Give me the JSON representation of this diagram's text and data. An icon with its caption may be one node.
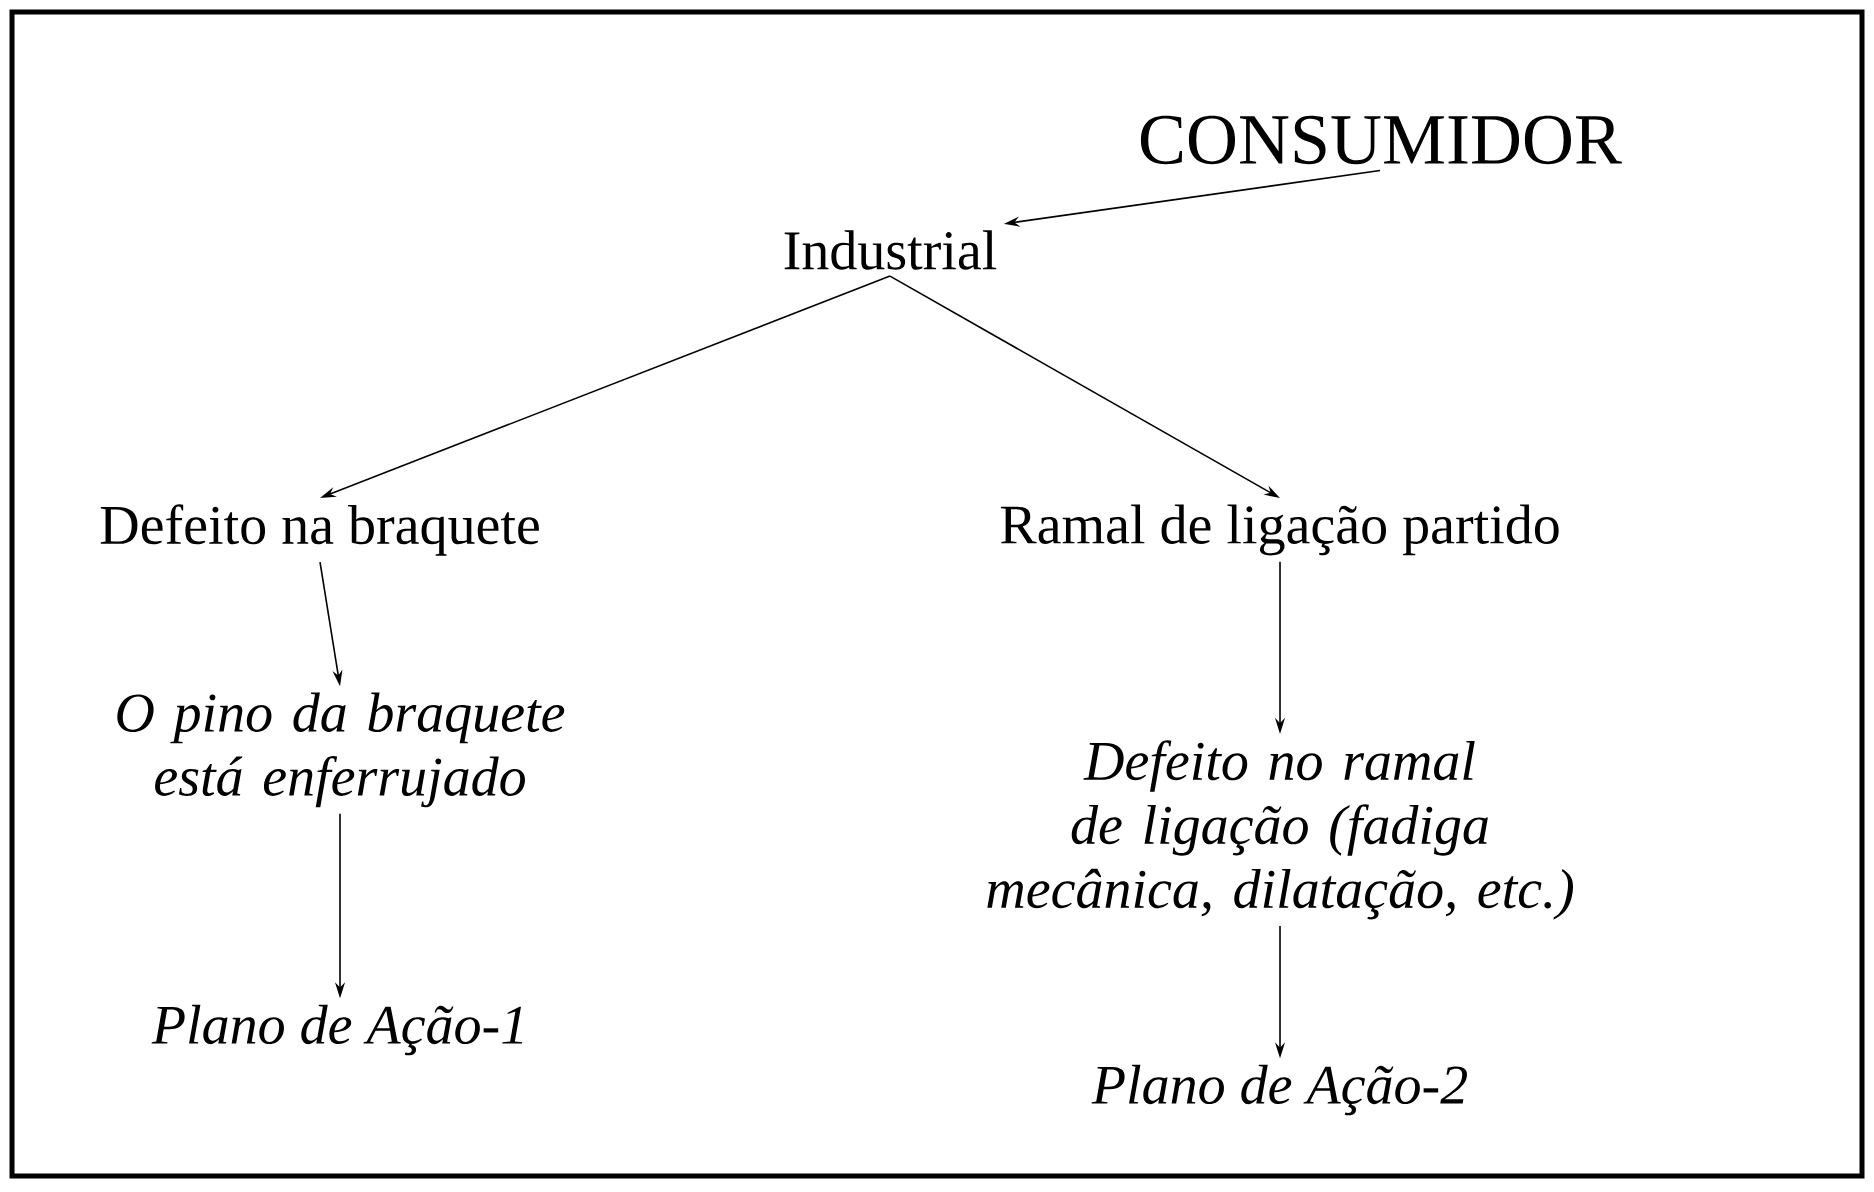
{
  "diagram": {
    "nodes": [
      {
        "text": [
          "CONSUMIDOR"
        ]
      },
      {
        "text": [
          "Industrial"
        ]
      },
      {
        "text": [
          "Defeito na braquete"
        ]
      },
      {
        "text": [
          "Ramal de ligação partido"
        ]
      },
      {
        "text": [
          "O pino da braquete está enferrujado"
        ]
      },
      {
        "text": [
          "Defeito no ramal de ligação (fadiga mecânica, dilatação, etc.)"
        ]
      },
      {
        "text": [
          "Plano de Ação-1"
        ]
      },
      {
        "text": [
          "Plano de Ação-2"
        ]
      }
    ],
    "edges": [
      {
        "from": 0,
        "to": 1,
        "arrow": "to"
      },
      {
        "from": 1,
        "to": 2,
        "arrow": "to"
      },
      {
        "from": 1,
        "to": 3,
        "arrow": "to"
      },
      {
        "from": 2,
        "to": 4,
        "arrow": "to"
      },
      {
        "from": 4,
        "to": 6,
        "arrow": "to"
      },
      {
        "from": 3,
        "to": 5,
        "arrow": "to"
      },
      {
        "from": 5,
        "to": 7,
        "arrow": "to"
      }
    ]
  }
}
